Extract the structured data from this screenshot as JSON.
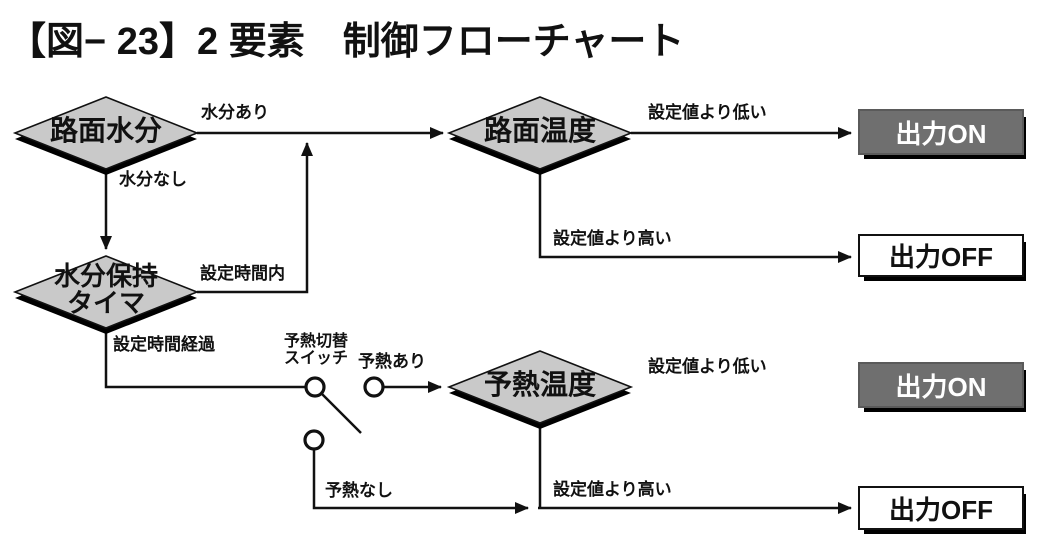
{
  "title": "【図− 23】2 要素　制御フローチャート",
  "flowchart": {
    "nodes": {
      "road_moisture": {
        "label": "路面水分",
        "type": "decision"
      },
      "road_temp": {
        "label": "路面温度",
        "type": "decision"
      },
      "moisture_timer": {
        "label_line1": "水分保持",
        "label_line2": "タイマ",
        "type": "decision"
      },
      "preheat_temp": {
        "label": "予熱温度",
        "type": "decision"
      },
      "output_on_top": {
        "label": "出力ON",
        "style": "dark"
      },
      "output_off_top": {
        "label": "出力OFF",
        "style": "light"
      },
      "output_on_bottom": {
        "label": "出力ON",
        "style": "dark"
      },
      "output_off_bottom": {
        "label": "出力OFF",
        "style": "light"
      }
    },
    "switch": {
      "label_line1": "予熱切替",
      "label_line2": "スイッチ",
      "contacts": 3
    },
    "edges": {
      "moisture_yes": "水分あり",
      "moisture_no": "水分なし",
      "within_set_time": "設定時間内",
      "set_time_elapsed": "設定時間経過",
      "preheat_yes": "予熱あり",
      "preheat_no": "予熱なし",
      "below_set_top": "設定値より低い",
      "above_set_top": "設定値より高い",
      "below_set_bottom": "設定値より低い",
      "above_set_bottom": "設定値より高い"
    },
    "colors": {
      "diamond_fill": "#c9c9c9",
      "diamond_shadow": "#000000",
      "dark_box_fill": "#6f6f6f",
      "dark_box_text": "#ffffff",
      "light_box_fill": "#ffffff",
      "line": "#111111"
    }
  }
}
